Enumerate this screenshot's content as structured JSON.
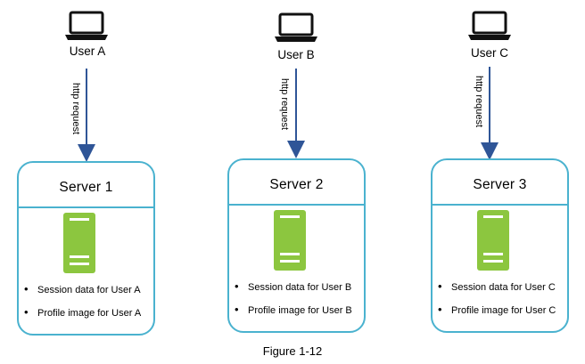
{
  "colors": {
    "box_border": "#4ab2cf",
    "server_green": "#8cc63f",
    "server_stripe": "#ffffff",
    "arrow": "#2f5597",
    "laptop": "#111111"
  },
  "users": [
    {
      "label": "User A",
      "icon": "laptop-icon",
      "request_label": "http request"
    },
    {
      "label": "User B",
      "icon": "laptop-icon",
      "request_label": "http request"
    },
    {
      "label": "User C",
      "icon": "laptop-icon",
      "request_label": "http request"
    }
  ],
  "servers": [
    {
      "title": "Server 1",
      "icon": "server-icon",
      "items": [
        "Session data for User A",
        "Profile image for User A"
      ]
    },
    {
      "title": "Server 2",
      "icon": "server-icon",
      "items": [
        "Session data for User B",
        "Profile image for User B"
      ]
    },
    {
      "title": "Server 3",
      "icon": "server-icon",
      "items": [
        "Session data for User C",
        "Profile image for User C"
      ]
    }
  ],
  "caption": "Figure 1-12"
}
